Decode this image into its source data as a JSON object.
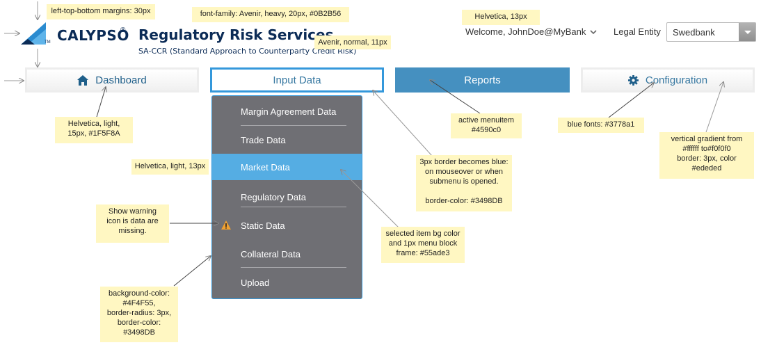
{
  "header": {
    "logo_text": "CALYPSO",
    "logo_reg": "®",
    "logo_tm": "TM",
    "title": "Regulatory Risk Services",
    "subtitle": "SA-CCR (Standard Approach to Counterparty Credit Risk)",
    "welcome": "Welcome, JohnDoe@MyBank",
    "legal_entity_label": "Legal Entity",
    "legal_entity_value": "Swedbank"
  },
  "menu": {
    "items": [
      {
        "label": "Dashboard",
        "icon": "home-icon"
      },
      {
        "label": "Input Data"
      },
      {
        "label": "Reports"
      },
      {
        "label": "Configuration",
        "icon": "gear-icon"
      }
    ]
  },
  "submenu": {
    "items": [
      {
        "label": "Margin Agreement Data"
      },
      {
        "label": "Trade Data"
      },
      {
        "label": "Market Data"
      },
      {
        "label": "Regulatory Data"
      },
      {
        "label": "Static Data",
        "icon": "warning-icon"
      },
      {
        "label": "Collateral Data"
      },
      {
        "label": "Upload"
      }
    ]
  },
  "annotations": {
    "margins": "left-top-bottom margins: 30px",
    "font_title": "font-family: Avenir, heavy, 20px, #0B2B56",
    "font_welcome": "Helvetica, 13px",
    "font_subtitle": "Avenir, normal, 11px",
    "font_menu": [
      "Helvetica, light,",
      "15px, #1F5F8A"
    ],
    "font_submenu": "Helvetica, light, 13px",
    "warning": [
      "Show warning",
      "icon is data are",
      "missing."
    ],
    "dropdown_style": [
      "background-color:",
      "#4F4F55,",
      "border-radius: 3px,",
      "border-color:",
      "#3498DB"
    ],
    "selected_style": [
      "selected item bg color",
      "and 1px menu block",
      "frame: #55ade3"
    ],
    "active_style": [
      "active menuitem",
      "#4590c0"
    ],
    "border_style": [
      "3px border becomes blue:",
      "on mouseover or when",
      "submenu is opened.",
      "",
      "border-color: #3498DB"
    ],
    "blue_fonts": "blue fonts: #3778a1",
    "gradient": [
      "vertical gradient from",
      "#ffffff to#f0f0f0",
      "border: 3px, color",
      "#ededed"
    ]
  },
  "colors": {
    "title": "#0B2B56",
    "menu_font": "#1F5F8A",
    "active": "#4590c0",
    "border_active": "#3498DB",
    "selected": "#55ade3",
    "blue_font": "#3778a1",
    "annotation_bg": "#fff7c2"
  }
}
